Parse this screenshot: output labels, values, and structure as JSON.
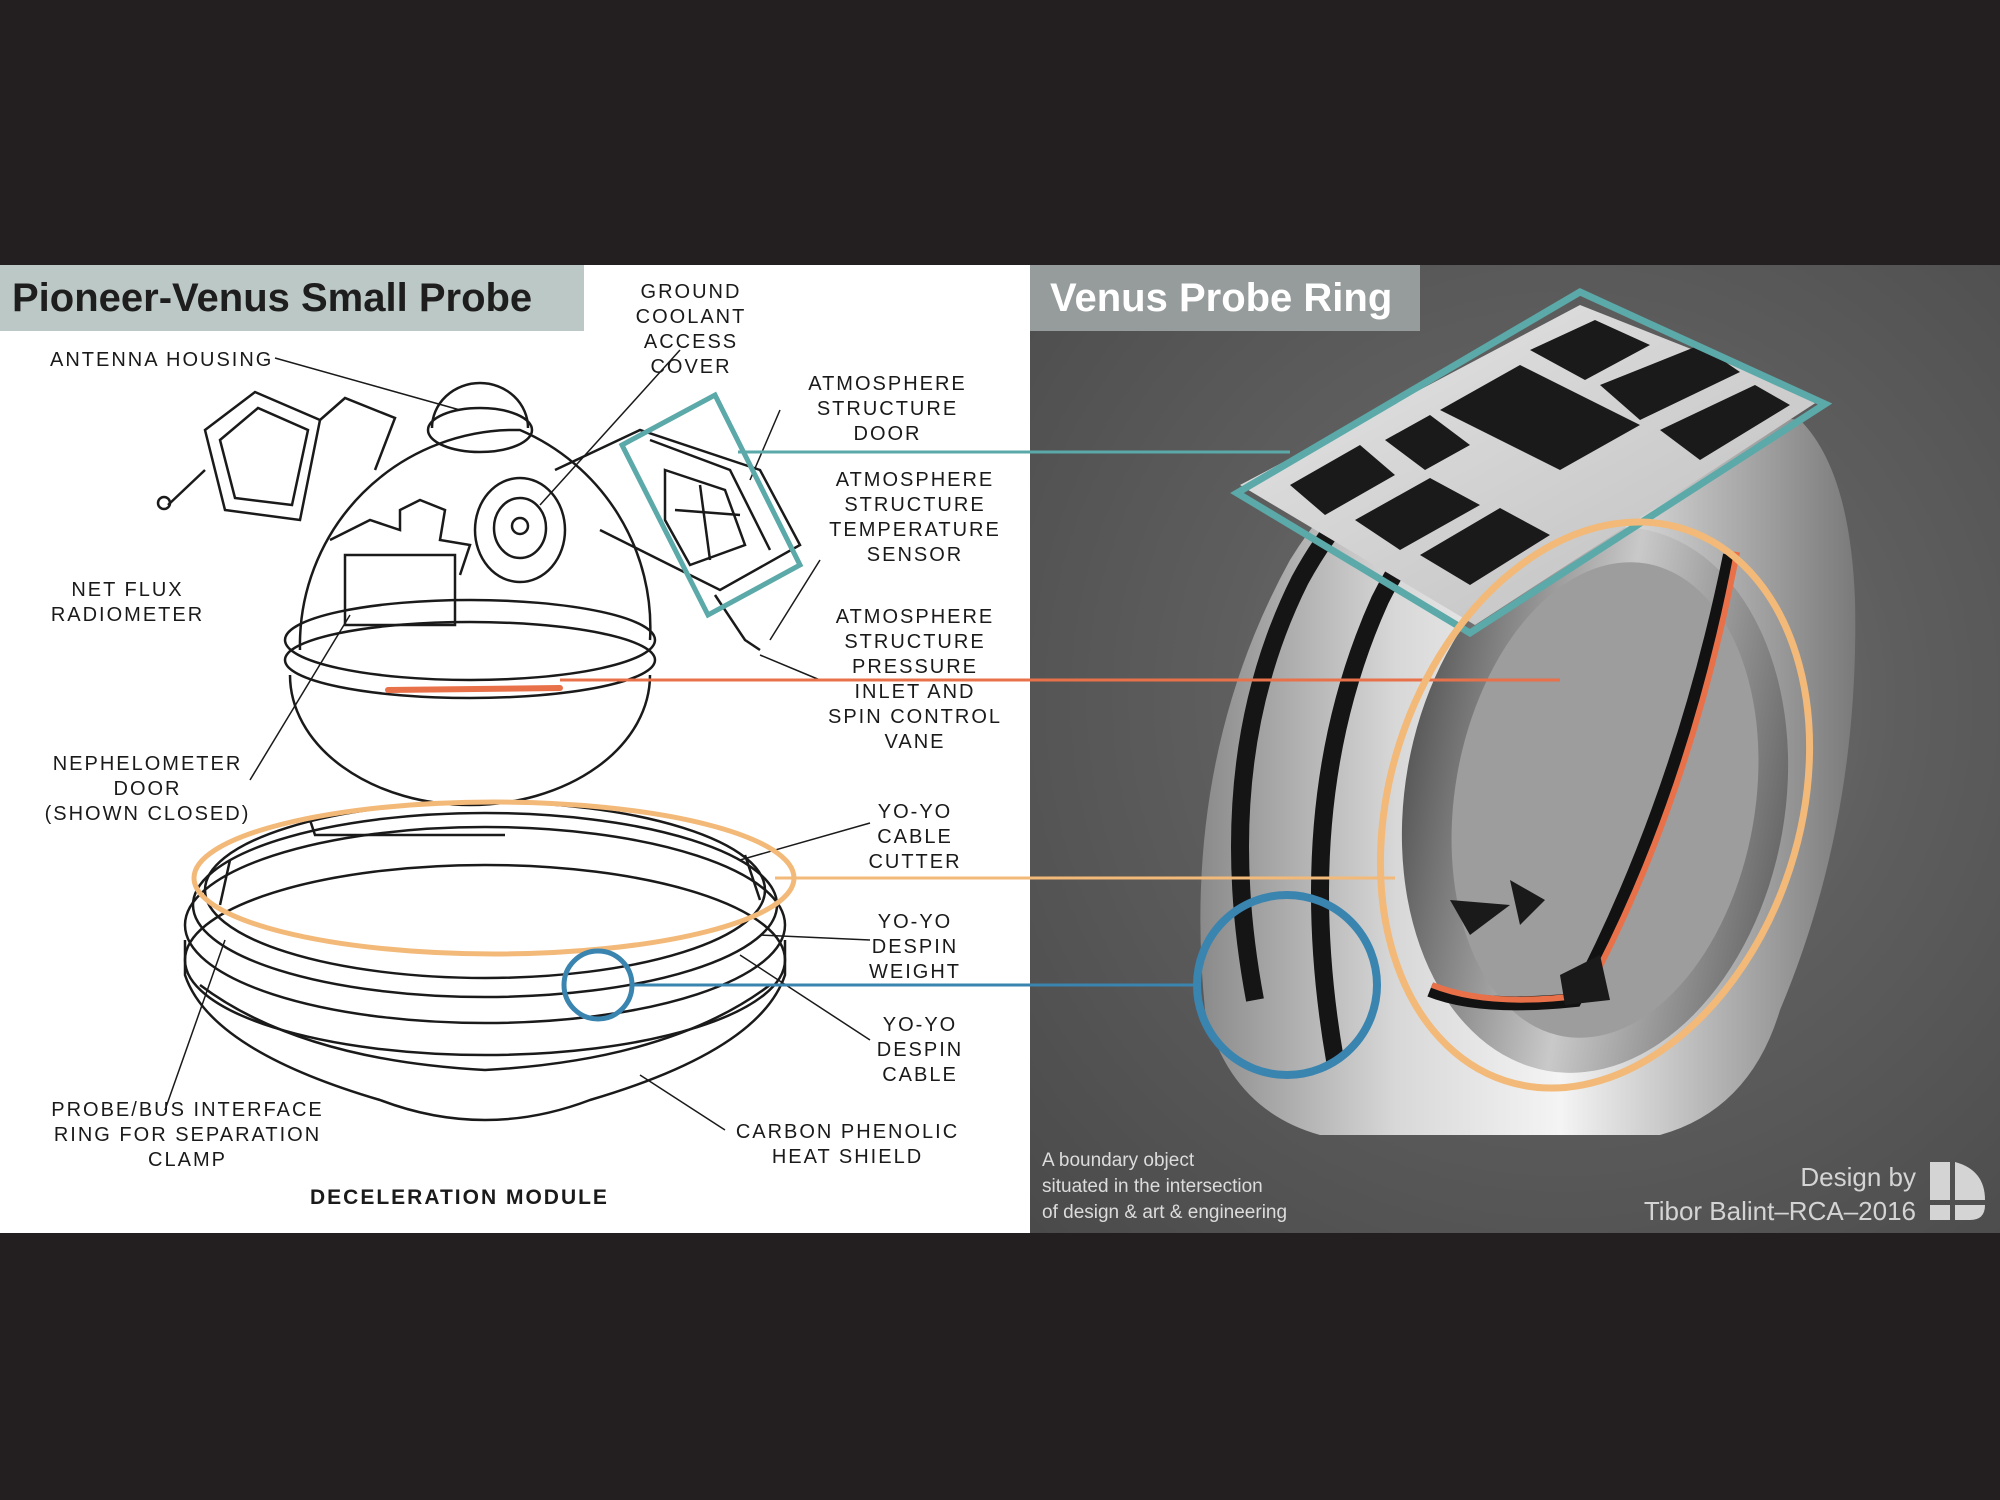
{
  "titles": {
    "left": "Pioneer-Venus Small Probe",
    "right": "Venus Probe Ring"
  },
  "labels": {
    "antenna_housing": "ANTENNA HOUSING",
    "ground_coolant": "GROUND\nCOOLANT\nACCESS COVER",
    "atmos_door": "ATMOSPHERE\nSTRUCTURE DOOR",
    "atmos_temp": "ATMOSPHERE\nSTRUCTURE\nTEMPERATURE\nSENSOR",
    "net_flux": "NET FLUX\nRADIOMETER",
    "atmos_pressure": "ATMOSPHERE\nSTRUCTURE\nPRESSURE\nINLET AND\nSPIN CONTROL\nVANE",
    "nephelometer": "NEPHELOMETER\nDOOR\n(SHOWN CLOSED)",
    "yoyo_cutter": "YO-YO\nCABLE\nCUTTER",
    "yoyo_weight": "YO-YO\nDESPIN\nWEIGHT",
    "yoyo_cable": "YO-YO\nDESPIN\nCABLE",
    "probe_bus": "PROBE/BUS INTERFACE\nRING FOR SEPARATION\nCLAMP",
    "carbon": "CARBON PHENOLIC\nHEAT SHIELD",
    "decel_module": "DECELERATION MODULE"
  },
  "caption": "A boundary object\nsituated in the intersection\nof design & art & engineering",
  "credit": "Design by\nTibor Balint–RCA–2016",
  "colors": {
    "teal": "#5ba9a8",
    "orange": "#e8714a",
    "peach": "#f2b978",
    "blue": "#3a84b0",
    "background": "#231f20"
  }
}
